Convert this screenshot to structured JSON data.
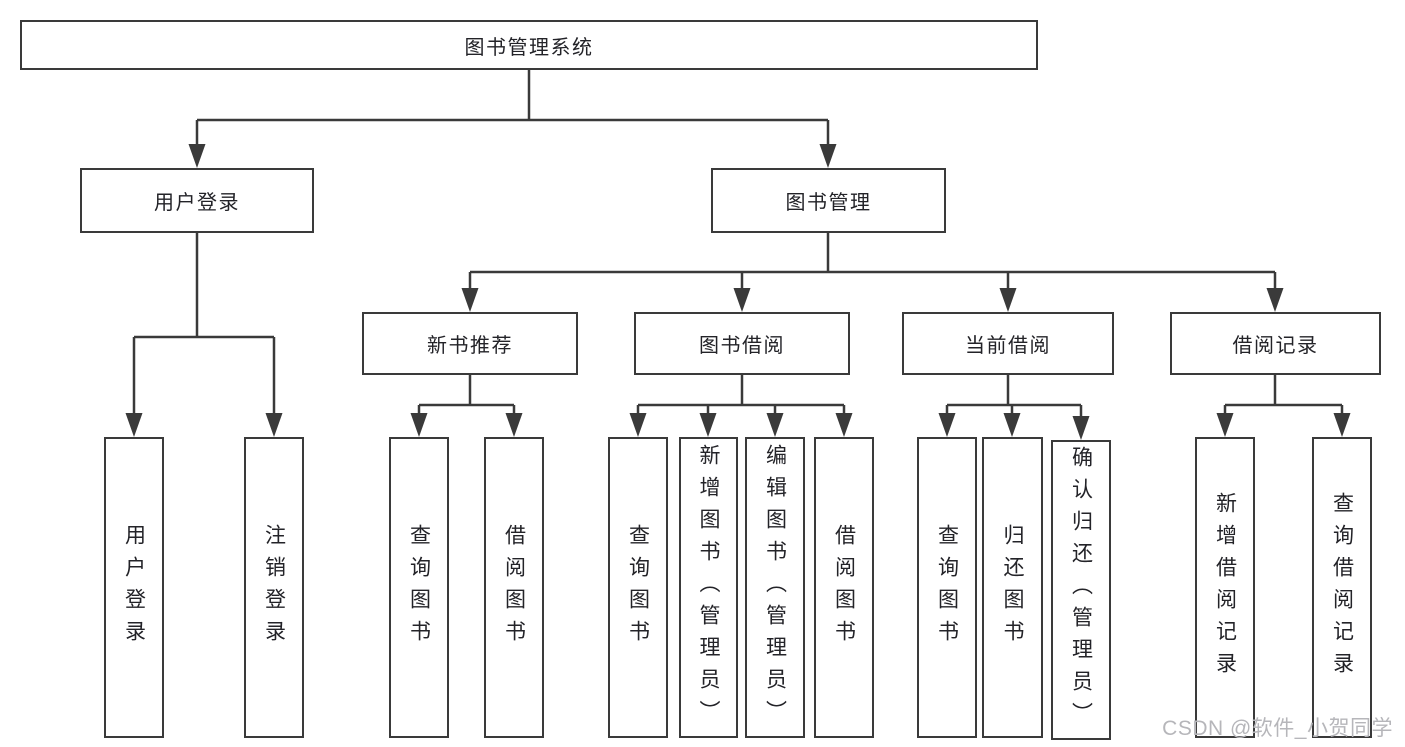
{
  "diagram": {
    "title": "图书管理系统",
    "tree": {
      "label": "图书管理系统",
      "children": [
        {
          "label": "用户登录",
          "children": [
            {
              "label": "用户登录"
            },
            {
              "label": "注销登录"
            }
          ]
        },
        {
          "label": "图书管理",
          "children": [
            {
              "label": "新书推荐",
              "children": [
                {
                  "label": "查询图书"
                },
                {
                  "label": "借阅图书"
                }
              ]
            },
            {
              "label": "图书借阅",
              "children": [
                {
                  "label": "查询图书"
                },
                {
                  "label": "新增图书（管理员）"
                },
                {
                  "label": "编辑图书（管理员）"
                },
                {
                  "label": "借阅图书"
                }
              ]
            },
            {
              "label": "当前借阅",
              "children": [
                {
                  "label": "查询图书"
                },
                {
                  "label": "归还图书"
                },
                {
                  "label": "确认归还（管理员）"
                }
              ]
            },
            {
              "label": "借阅记录",
              "children": [
                {
                  "label": "新增借阅记录"
                },
                {
                  "label": "查询借阅记录"
                }
              ]
            }
          ]
        }
      ]
    },
    "watermark": "CSDN @软件_小贺同学",
    "colors": {
      "line": "#3a3a3a",
      "text": "#232328",
      "watermark": "#b6b6ba",
      "background": "#ffffff"
    }
  }
}
